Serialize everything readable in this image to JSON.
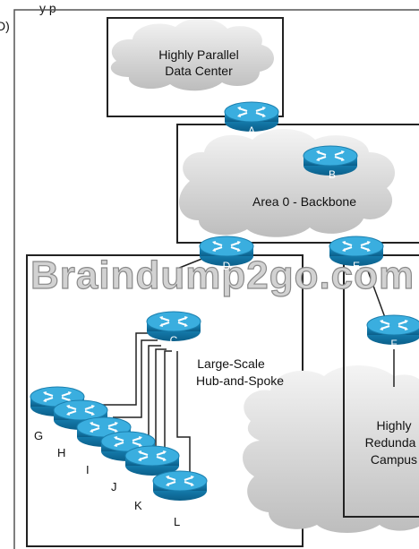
{
  "header": {
    "fragment": "y    p",
    "option_letter": "D)"
  },
  "clouds": {
    "datacenter": [
      "Highly Parallel",
      "Data Center"
    ],
    "backbone": "Area 0 - Backbone",
    "campus": [
      "Highly",
      "Redunda",
      "Campus"
    ]
  },
  "hub_label": [
    "Large-Scale",
    "Hub-and-Spoke"
  ],
  "routers": {
    "A": "A",
    "B": "B",
    "D": "D",
    "E": "E",
    "C": "C",
    "F": "F"
  },
  "spokes": [
    "G",
    "H",
    "I",
    "J",
    "K",
    "L"
  ],
  "watermark": "Braindump2go.com",
  "colors": {
    "router": "#1a8fc3",
    "router_top": "#3fb2e0",
    "box": "#333333",
    "cloud": "#d6d6d6"
  }
}
